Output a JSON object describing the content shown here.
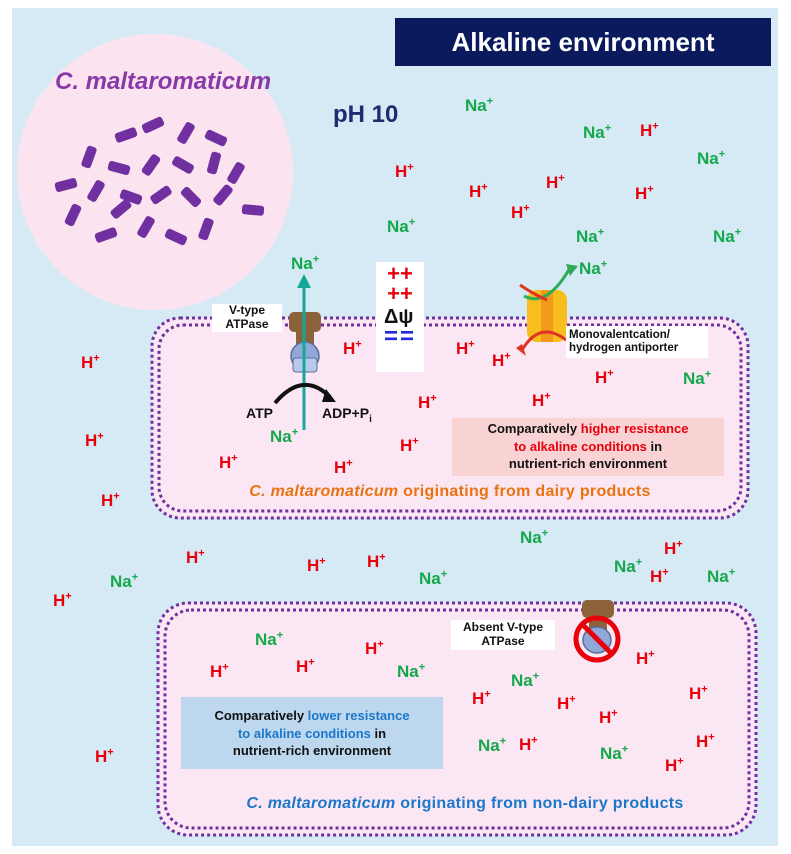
{
  "header": {
    "title": "Alkaline environment"
  },
  "organism": {
    "name": "C. maltaromaticum"
  },
  "ph_label": "pH 10",
  "ion_labels": {
    "hydrogen": "H",
    "sodium": "Na",
    "charge": "+"
  },
  "membrane_potential": {
    "plus": "++",
    "minus": "=",
    "symbol": "Δψ"
  },
  "top_cell": {
    "atpase_label_1": "V-type",
    "atpase_label_2": "ATPase",
    "atp": "ATP",
    "adp": "ADP+P",
    "adp_sub": "i",
    "antiporter_label_1": "Monovalentcation/",
    "antiporter_label_2": "hydrogen antiporter",
    "resistance_prefix": "Comparatively ",
    "resistance_highlight_1": "higher resistance",
    "resistance_highlight_2": "to alkaline conditions",
    "resistance_suffix_1": " in",
    "resistance_suffix_2": "nutrient-rich environment",
    "origin_species": "C. maltaromaticum",
    "origin_text": " originating  from dairy products"
  },
  "bottom_cell": {
    "absent_label_1": "Absent V-type",
    "absent_label_2": "ATPase",
    "resistance_prefix": "Comparatively ",
    "resistance_highlight_1": "lower resistance",
    "resistance_highlight_2": "to alkaline conditions",
    "resistance_suffix_1": " in",
    "resistance_suffix_2": "nutrient-rich environment",
    "origin_species": "C. maltaromaticum",
    "origin_text": " originating  from  non-dairy  products"
  },
  "colors": {
    "background": "#d6eaf6",
    "title_bg": "#0a1a5c",
    "hydrogen": "#e8000b",
    "sodium": "#14a84b",
    "membrane": "#7030a0",
    "bacteria": "#7030a0",
    "cell_circle": "#fbe4f0",
    "pink_box": "#f9d2d4",
    "blue_box": "#bcd7ee",
    "dairy_text": "#e8730f",
    "nondairy_text": "#1d77c9"
  }
}
